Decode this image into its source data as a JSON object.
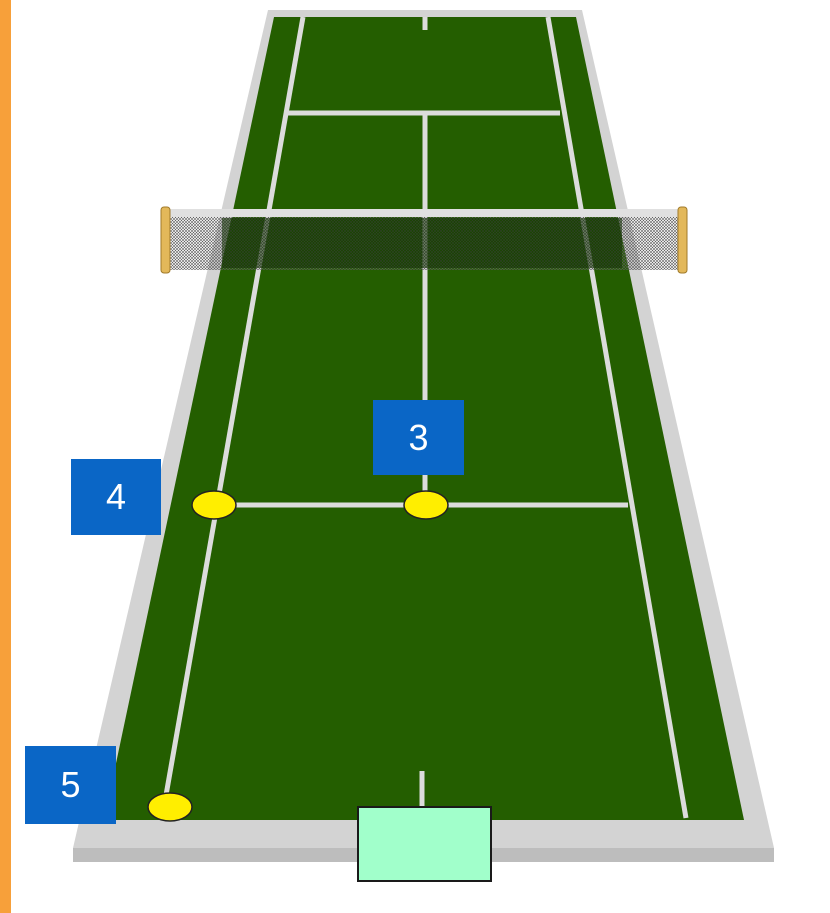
{
  "colors": {
    "edge_stripe": "#f7a03a",
    "court_surround": "#d3d3d3",
    "court_surface": "#245e00",
    "court_lines": "#dcdcdc",
    "net_post": "#e3b85a",
    "marker_box": "#0a66c6",
    "marker_text": "#ffffff",
    "ball": "#ffee00",
    "server_box": "#a1ffcb"
  },
  "markers": [
    {
      "id": "3",
      "label": "3"
    },
    {
      "id": "4",
      "label": "4"
    },
    {
      "id": "5",
      "label": "5"
    }
  ],
  "balls": [
    {
      "name": "ball-at-marker-4"
    },
    {
      "name": "ball-at-marker-3"
    },
    {
      "name": "ball-at-marker-5"
    }
  ]
}
